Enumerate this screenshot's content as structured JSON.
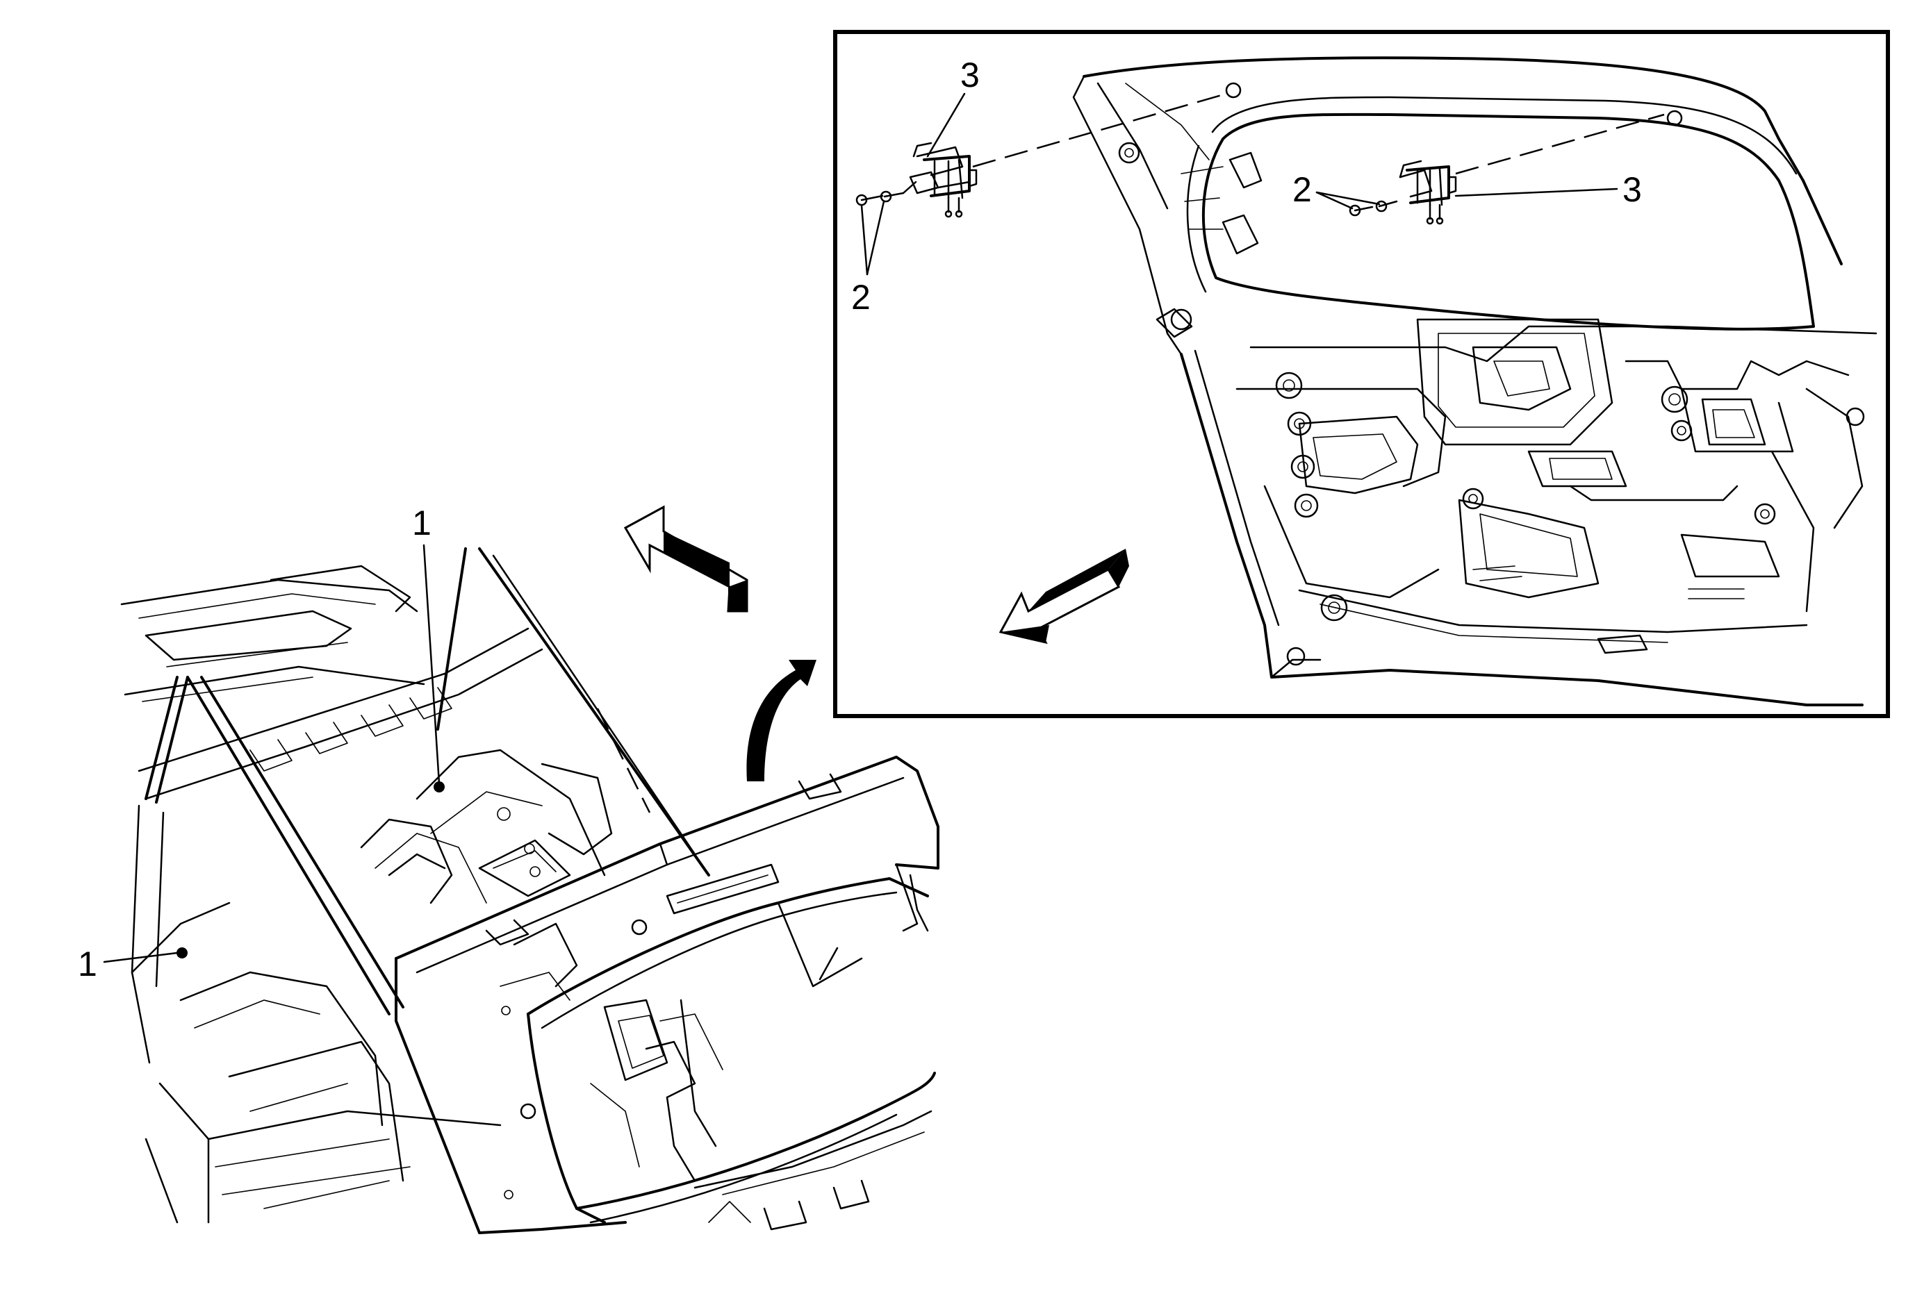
{
  "callouts": {
    "main_view": {
      "a": "1",
      "b": "1"
    },
    "detail_view": {
      "left_2": "2",
      "left_3": "3",
      "right_2": "2",
      "right_3": "3"
    }
  },
  "icons": {
    "view_direction_arrow": "view-direction-arrow-icon",
    "zoom_arrow": "curved-zoom-arrow-icon"
  }
}
